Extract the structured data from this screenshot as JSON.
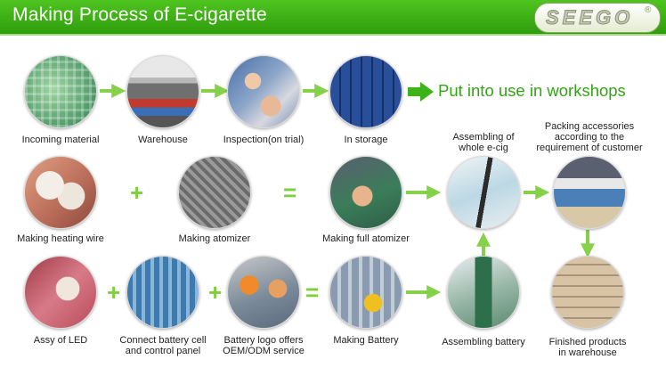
{
  "header": {
    "title": "Making Process of E-cigarette",
    "logo": "SEEGO",
    "logo_mark": "®"
  },
  "workshops_text": "Put into use in workshops",
  "colors": {
    "banner": "#3cb317",
    "arrow": "#86d14a",
    "operator": "#7fcf3a",
    "headline": "#33a414"
  },
  "steps": {
    "incoming_material": "Incoming material",
    "warehouse": "Warehouse",
    "inspection": "Inspection(on trial)",
    "in_storage": "In storage",
    "making_heating_wire": "Making heating wire",
    "making_atomizer": "Making atomizer",
    "making_full_atomizer": "Making full atomizer",
    "assembling_ecig": [
      "Assembling of",
      "whole e-cig"
    ],
    "packing_accessories": [
      "Packing accessories",
      "according to the",
      "requirement of customer"
    ],
    "assy_led": "Assy of LED",
    "connect_battery": [
      "Connect battery cell",
      "and control panel"
    ],
    "battery_logo": [
      "Battery logo offers",
      "OEM/ODM service"
    ],
    "making_battery": "Making Battery",
    "assembling_battery": "Assembling battery",
    "finished_products": [
      "Finished products",
      "in warehouse"
    ]
  },
  "operators": {
    "plus": "+",
    "equals": "="
  }
}
